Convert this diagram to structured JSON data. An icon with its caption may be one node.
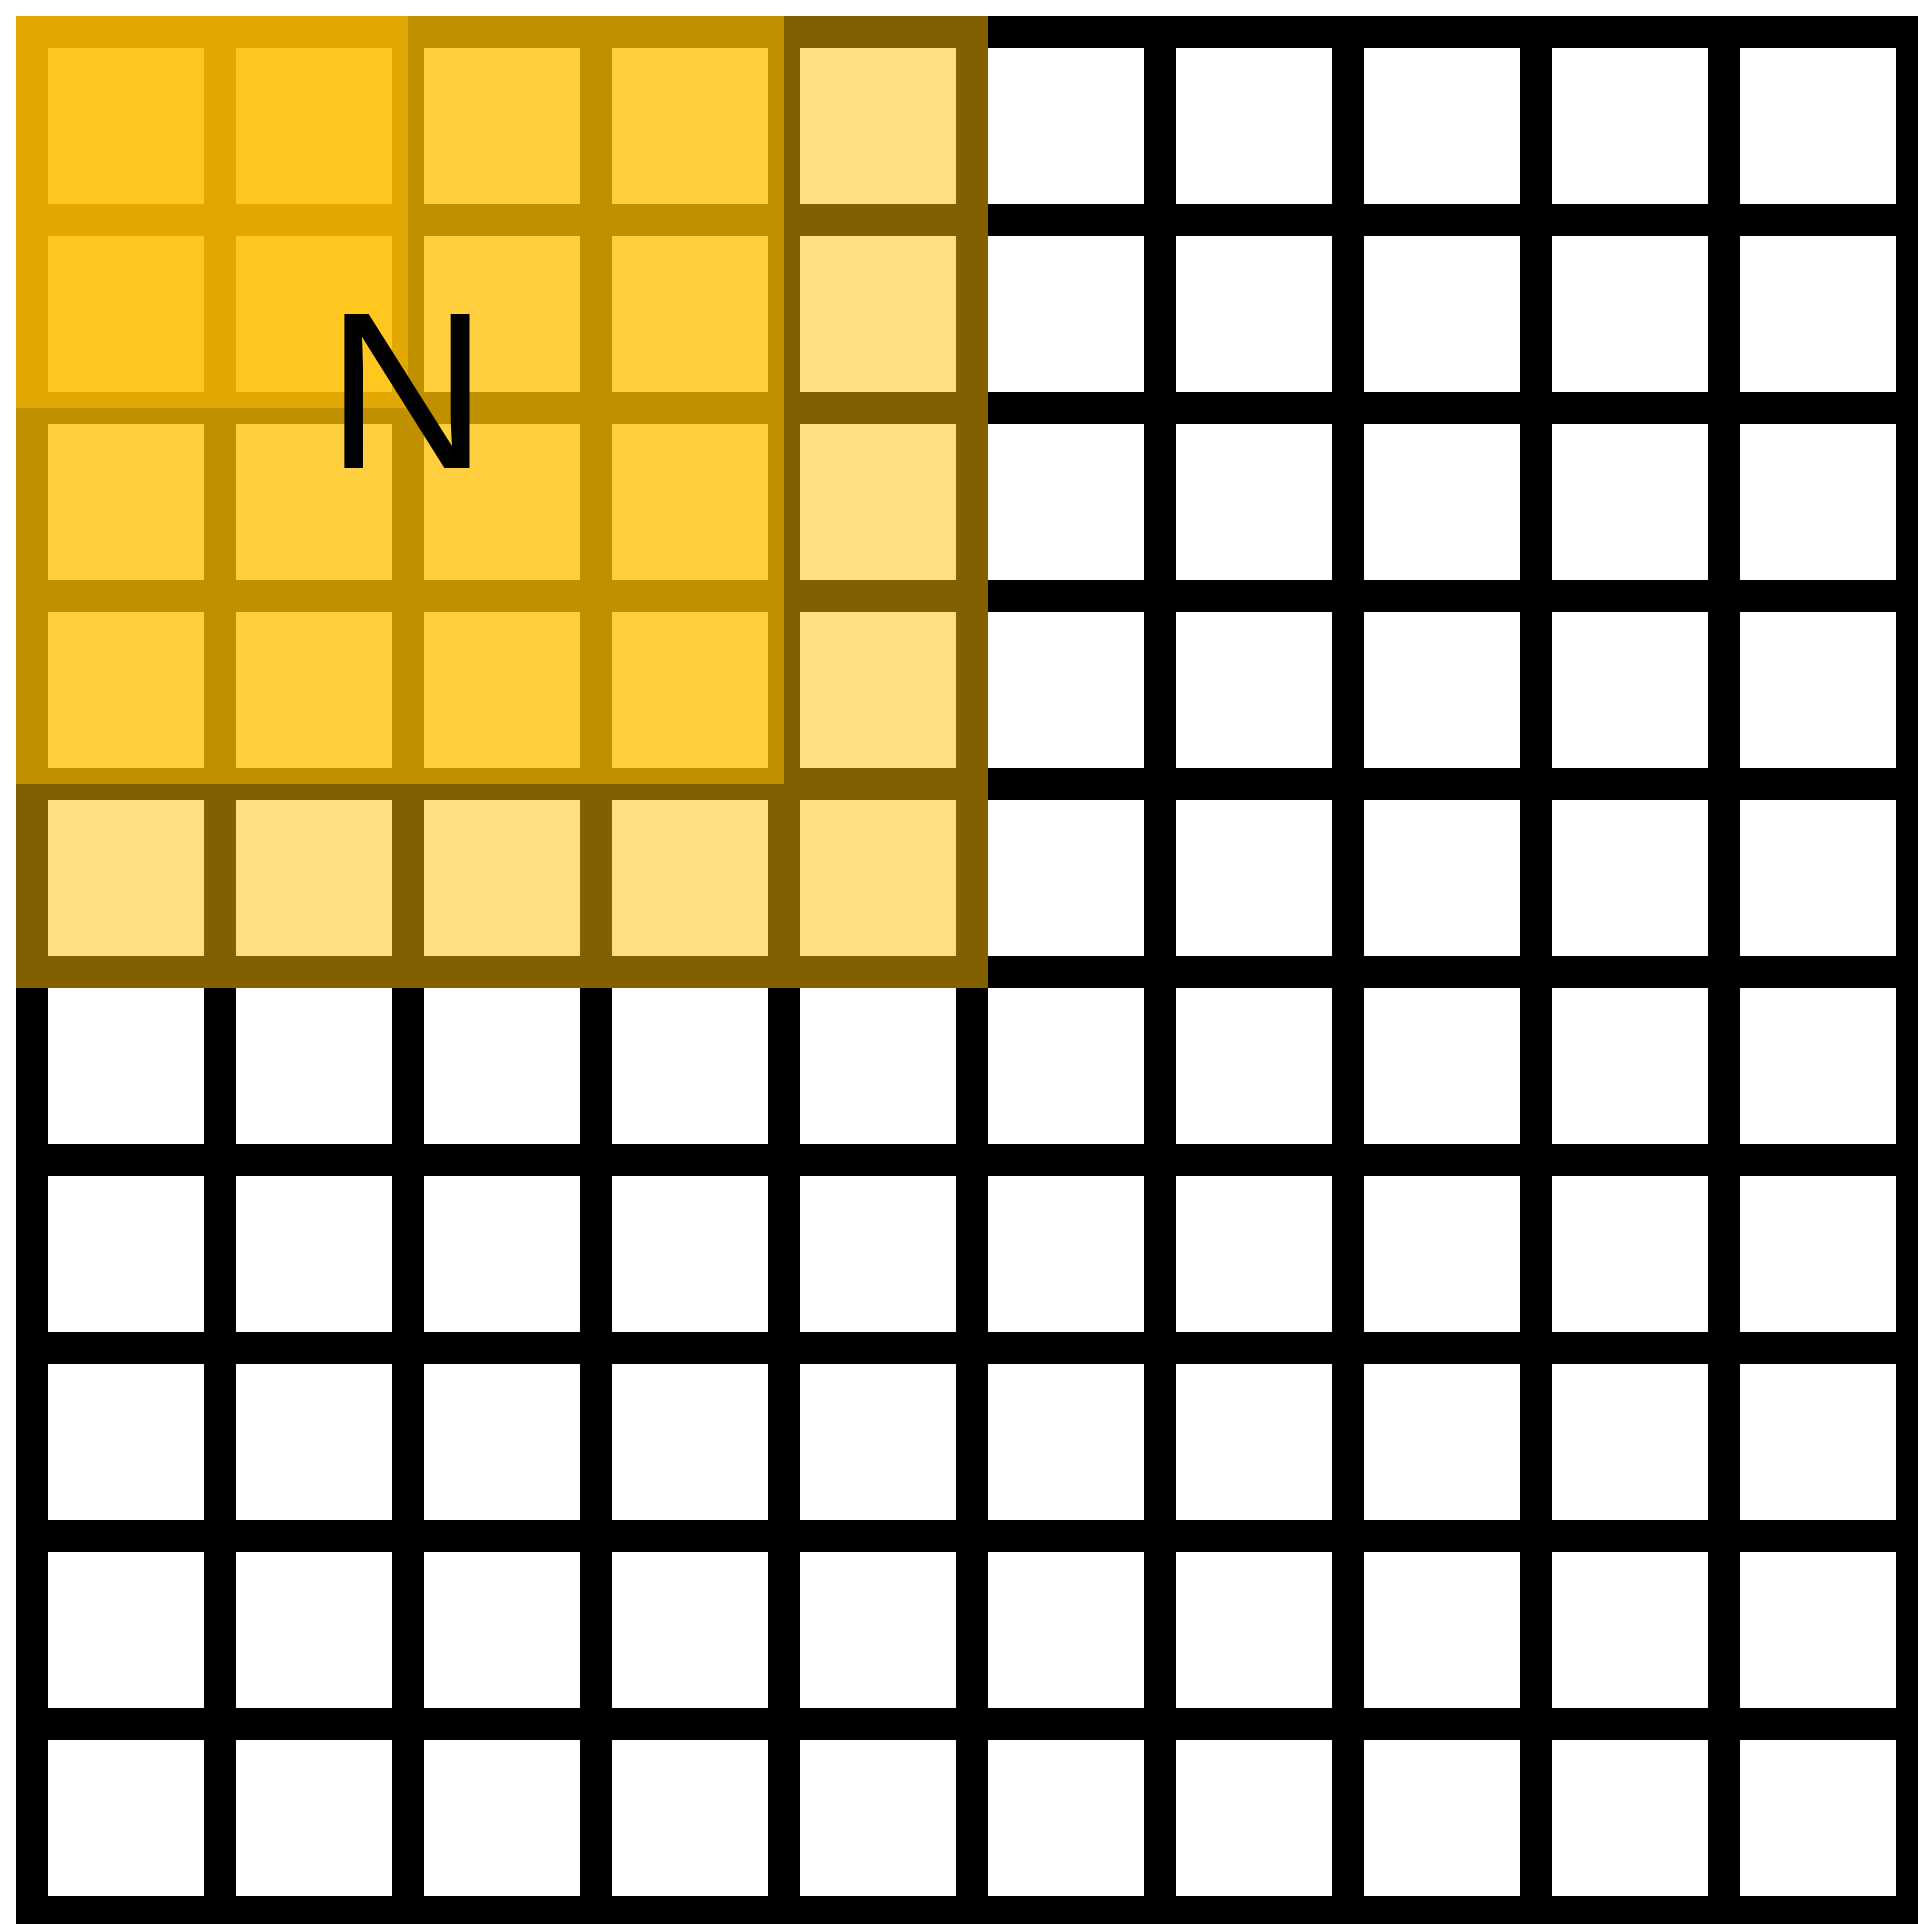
{
  "diagram": {
    "nodes": [
      {
        "text": [],
        "shape": "box"
      },
      {
        "text": [
          "N"
        ],
        "in": 0
      }
    ]
  }
}
